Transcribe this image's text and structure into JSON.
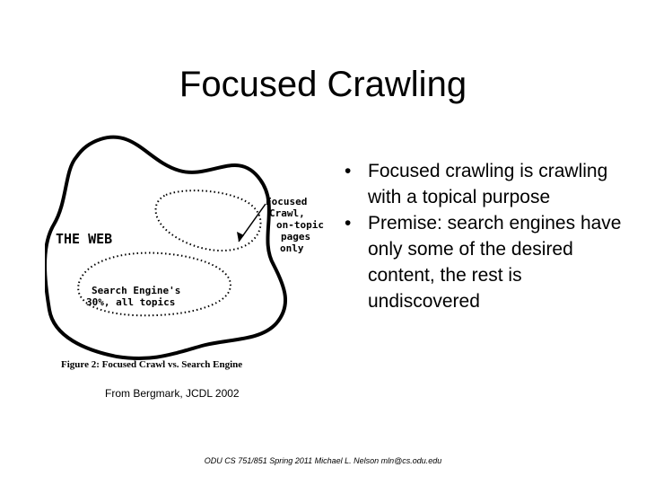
{
  "slide": {
    "title": "Focused Crawling",
    "bullets": [
      "Focused crawling is crawling with a topical purpose",
      "Premise: search engines have only some of the desired content, the rest is undiscovered"
    ],
    "source": "From Bergmark, JCDL 2002",
    "footer": "ODU CS 751/851 Spring 2011 Michael L. Nelson mln@cs.odu.edu"
  },
  "figure": {
    "web_label": "THE WEB",
    "focused_label_lines": [
      "Focused",
      "Crawl,",
      "on-topic",
      "pages",
      "only"
    ],
    "engine_label_lines": [
      "Search Engine's",
      "30%, all topics"
    ],
    "caption": "Figure 2: Focused Crawl vs. Search Engine"
  }
}
